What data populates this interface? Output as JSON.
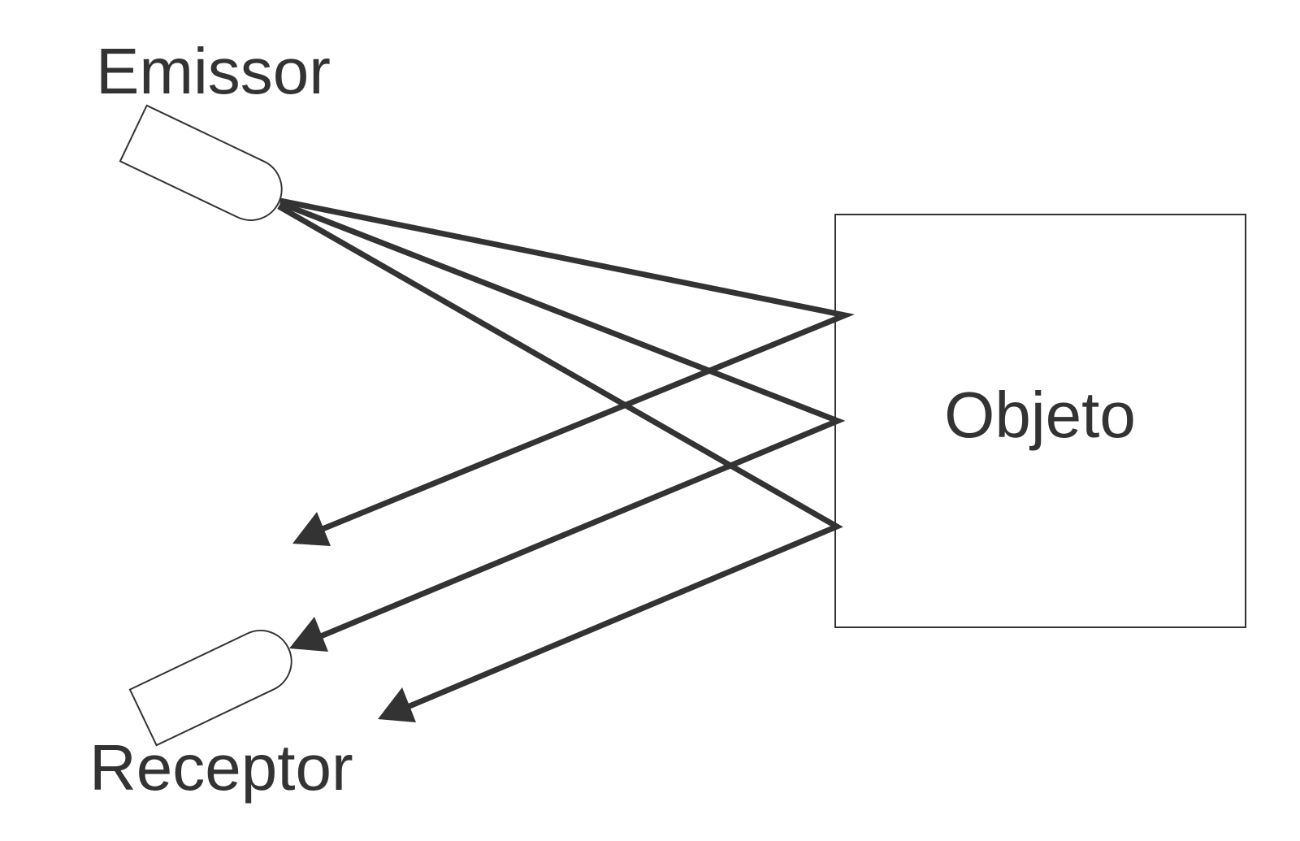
{
  "diagram": {
    "type": "reflective optical sensor",
    "labels": {
      "emitter": "Emissor",
      "receiver": "Receptor",
      "object": "Objeto"
    },
    "rays": [
      {
        "from": "emitter",
        "reflects_on": "object",
        "to": "receiver-area",
        "order": 1
      },
      {
        "from": "emitter",
        "reflects_on": "object",
        "to": "receiver",
        "order": 2
      },
      {
        "from": "emitter",
        "reflects_on": "object",
        "to": "below-receiver",
        "order": 3
      }
    ],
    "colors": {
      "stroke": "#333333",
      "background": "#ffffff"
    }
  }
}
